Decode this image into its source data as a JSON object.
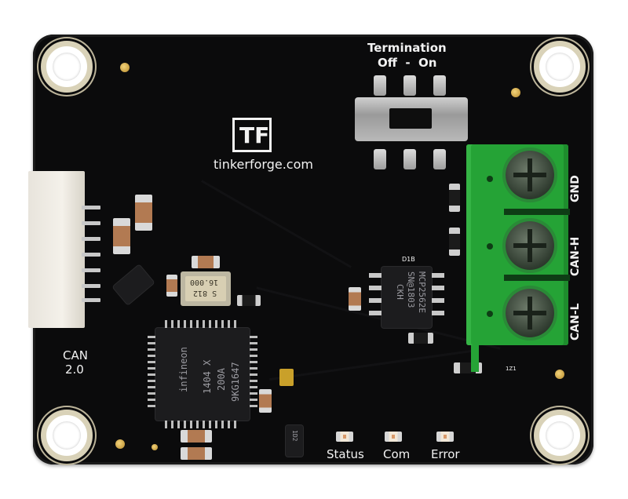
{
  "board": {
    "vendor_url": "tinkerforge.com",
    "logo_text": "TF",
    "switch_title": "Termination",
    "switch_positions": "Off  -  On",
    "can_label_line1": "CAN",
    "can_label_line2": "2.0",
    "terminal_labels": [
      "GND",
      "CAN-H",
      "CAN-L"
    ],
    "led_labels": [
      "Status",
      "Com",
      "Error"
    ],
    "mcu_marking": [
      "infineon",
      "1404  X",
      "200A",
      "9KG1647"
    ],
    "transceiver_marking": [
      "MCP2562E",
      "SN@1803",
      "CKH"
    ],
    "crystal_marking": [
      "16.000",
      "S 812"
    ],
    "small_markings": [
      "D1B",
      "1D2",
      "1Z1"
    ]
  },
  "colors": {
    "pcb": "#0b0b0c",
    "silkscreen": "#f2f2f2",
    "terminal_block": "#25a336",
    "gold_pad": "#d9c27a"
  }
}
